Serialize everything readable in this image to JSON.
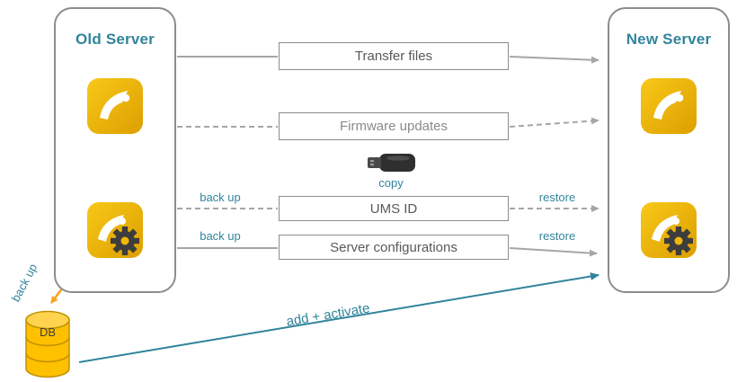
{
  "nodes": {
    "old_server_title": "Old Server",
    "new_server_title": "New Server",
    "db_label": "DB"
  },
  "flow_boxes": {
    "transfer_files": "Transfer files",
    "firmware_updates": "Firmware updates",
    "ums_id": "UMS ID",
    "server_configurations": "Server configurations"
  },
  "arrow_labels": {
    "copy": "copy",
    "ums_back_up": "back up",
    "ums_restore": "restore",
    "config_back_up": "back up",
    "config_restore": "restore",
    "db_back_up": "back up",
    "add_activate": "add + activate"
  },
  "icons": {
    "ums_app_icon": "igel-ums-app-icon",
    "ums_server_gear_icon": "igel-ums-server-gear-icon",
    "usb_stick_icon": "usb-stick-icon",
    "database_icon": "database-cylinder-icon"
  },
  "colors": {
    "teal": "#31849B",
    "arrow_gray": "#A6A6A6",
    "box_border": "#8C8C8C",
    "icon_yellow": "#F2B807",
    "orange": "#F9A11B",
    "text_dark_gray": "#595959"
  }
}
